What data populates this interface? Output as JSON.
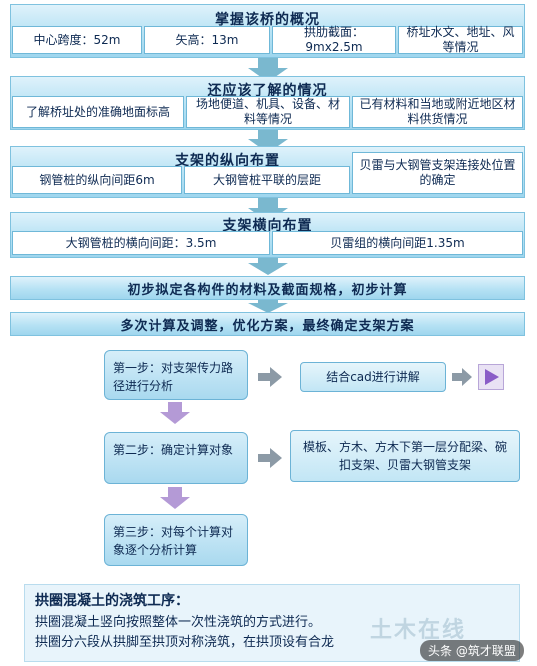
{
  "colors": {
    "band_fill": "#b6e2f4",
    "band_border": "#7fc2df",
    "arrow_teal": "#7ab8cf",
    "arrow_purple": "#b49ad6",
    "arrow_gray": "#8c9aa6",
    "play_purple": "#8a5cc7",
    "text_navy": "#0e2a52"
  },
  "section1": {
    "title": "掌握该桥的概况",
    "cells": [
      "中心跨度：52m",
      "矢高：13m",
      "拱肋截面：9mx2.5m",
      "桥址水文、地址、风等情况"
    ]
  },
  "section2": {
    "title": "还应该了解的情况",
    "cells": [
      "了解桥址处的准确地面标高",
      "场地便道、机具、设备、材料等情况",
      "已有材料和当地或附近地区材料供货情况"
    ]
  },
  "section3": {
    "title": "支架的纵向布置",
    "cells": [
      "钢管桩的纵向间距6m",
      "大钢管桩平联的层距",
      "贝雷与大钢管支架连接处位置的确定"
    ]
  },
  "section4": {
    "title": "支架横向布置",
    "cells": [
      "大钢管桩的横向间距：3.5m",
      "贝雷组的横向间距1.35m"
    ]
  },
  "section5": {
    "title": "初步拟定各构件的材料及截面规格，初步计算"
  },
  "section6": {
    "title": "多次计算及调整，优化方案，最终确定支架方案"
  },
  "steps": [
    {
      "label": "第一步：对支架传力路径进行分析",
      "result": "结合cad进行讲解"
    },
    {
      "label": "第二步：确定计算对象",
      "result": "模板、方木、方木下第一层分配梁、碗扣支架、贝雷大钢管支架"
    },
    {
      "label": "第三步：对每个计算对象逐个分析计算"
    }
  ],
  "icons": {
    "down_arrow": "down-arrow-icon",
    "right_arrow": "right-arrow-icon",
    "play": "play-icon"
  },
  "note": {
    "title": "拱圈混凝土的浇筑工序：",
    "lines": [
      "拱圈混凝土竖向按照整体一次性浇筑的方式进行。",
      "拱圈分六段从拱脚至拱顶对称浇筑，在拱顶设有合龙"
    ]
  },
  "footer": {
    "watermark": "土木在线",
    "credit": "头条 @筑才联盟"
  }
}
